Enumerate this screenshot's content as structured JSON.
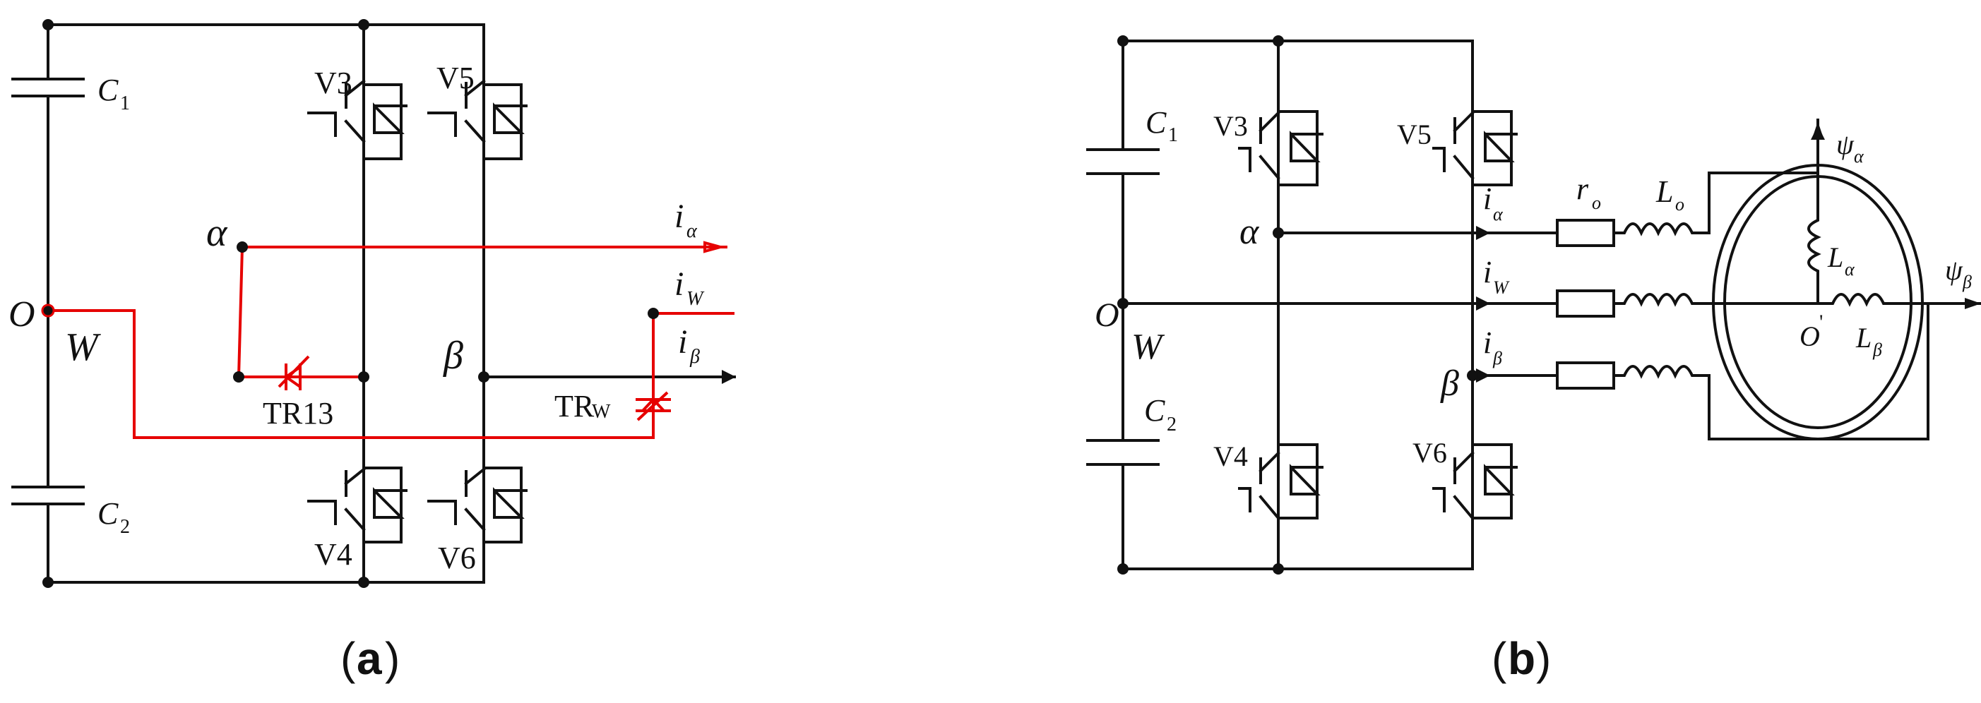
{
  "panel_a": {
    "caption_open": "(",
    "caption_letter": "a",
    "caption_close": ")",
    "capacitors": {
      "c1": "C",
      "c1_sub": "1",
      "c2": "C",
      "c2_sub": "2"
    },
    "switches": {
      "v3": "V3",
      "v5": "V5",
      "v4": "V4",
      "v6": "V6"
    },
    "nodes": {
      "alpha": "α",
      "beta": "β",
      "o": "O",
      "w": "W"
    },
    "currents": {
      "i_alpha": "i",
      "i_alpha_sub": "α",
      "i_w": "i",
      "i_w_sub": "W",
      "i_beta": "i",
      "i_beta_sub": "β"
    },
    "triacs": {
      "tr13": "TR13",
      "trw_main": "TR",
      "trw_sub": "W"
    },
    "colors": {
      "wire": "#111111",
      "highlight": "#e60000"
    }
  },
  "panel_b": {
    "caption_open": "(",
    "caption_letter": "b",
    "caption_close": ")",
    "capacitors": {
      "c1": "C",
      "c1_sub": "1",
      "c2": "C",
      "c2_sub": "2"
    },
    "switches": {
      "v3": "V3",
      "v5": "V5",
      "v4": "V4",
      "v6": "V6"
    },
    "nodes": {
      "alpha": "α",
      "beta": "β",
      "o": "O",
      "w": "W"
    },
    "currents": {
      "i_alpha": "i",
      "i_alpha_sub": "α",
      "i_w": "i",
      "i_w_sub": "W",
      "i_beta": "i",
      "i_beta_sub": "β"
    },
    "components": {
      "r_o": "r",
      "r_o_sub": "o",
      "l_o": "L",
      "l_o_sub": "o",
      "l_alpha": "L",
      "l_alpha_sub": "α",
      "l_beta": "L",
      "l_beta_sub": "β",
      "o_prime": "O",
      "o_prime_mark": "'"
    },
    "fluxes": {
      "psi_alpha": "ψ",
      "psi_alpha_sub": "α",
      "psi_beta": "ψ",
      "psi_beta_sub": "β"
    }
  }
}
